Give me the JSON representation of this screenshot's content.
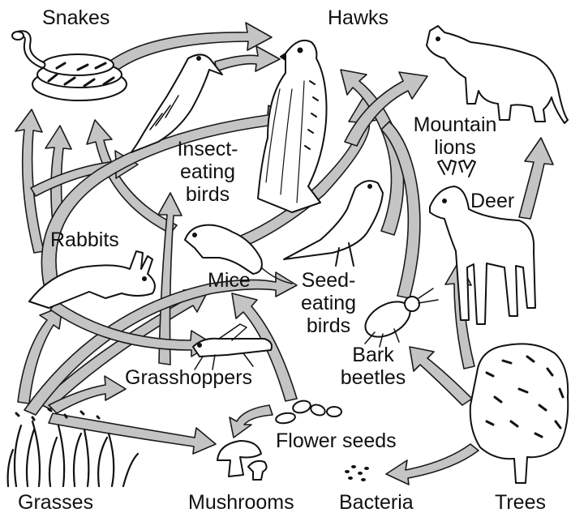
{
  "colors": {
    "arrow_fill": "#c4c4c4",
    "arrow_stroke": "#1a1a1a",
    "ink": "#111111",
    "background": "#ffffff"
  },
  "labels": {
    "snakes": "Snakes",
    "hawks": "Hawks",
    "mountain_lions_1": "Mountain",
    "mountain_lions_2": "lions",
    "insect_birds_1": "Insect-",
    "insect_birds_2": "eating",
    "insect_birds_3": "birds",
    "deer": "Deer",
    "rabbits": "Rabbits",
    "mice": "Mice",
    "seed_birds_1": "Seed-",
    "seed_birds_2": "eating",
    "seed_birds_3": "birds",
    "bark_beetles_1": "Bark",
    "bark_beetles_2": "beetles",
    "grasshoppers": "Grasshoppers",
    "flower_seeds": "Flower seeds",
    "grasses": "Grasses",
    "mushrooms": "Mushrooms",
    "bacteria": "Bacteria",
    "trees": "Trees"
  },
  "organisms": [
    {
      "icon": "snake-icon"
    },
    {
      "icon": "hawk-icon"
    },
    {
      "icon": "mountain-lion-icon"
    },
    {
      "icon": "woodpecker-icon"
    },
    {
      "icon": "deer-icon"
    },
    {
      "icon": "rabbit-icon"
    },
    {
      "icon": "mouse-icon"
    },
    {
      "icon": "finch-icon"
    },
    {
      "icon": "beetle-icon"
    },
    {
      "icon": "grasshopper-icon"
    },
    {
      "icon": "seeds-icon"
    },
    {
      "icon": "grass-icon"
    },
    {
      "icon": "mushroom-icon"
    },
    {
      "icon": "bacteria-icon"
    },
    {
      "icon": "tree-icon"
    }
  ]
}
